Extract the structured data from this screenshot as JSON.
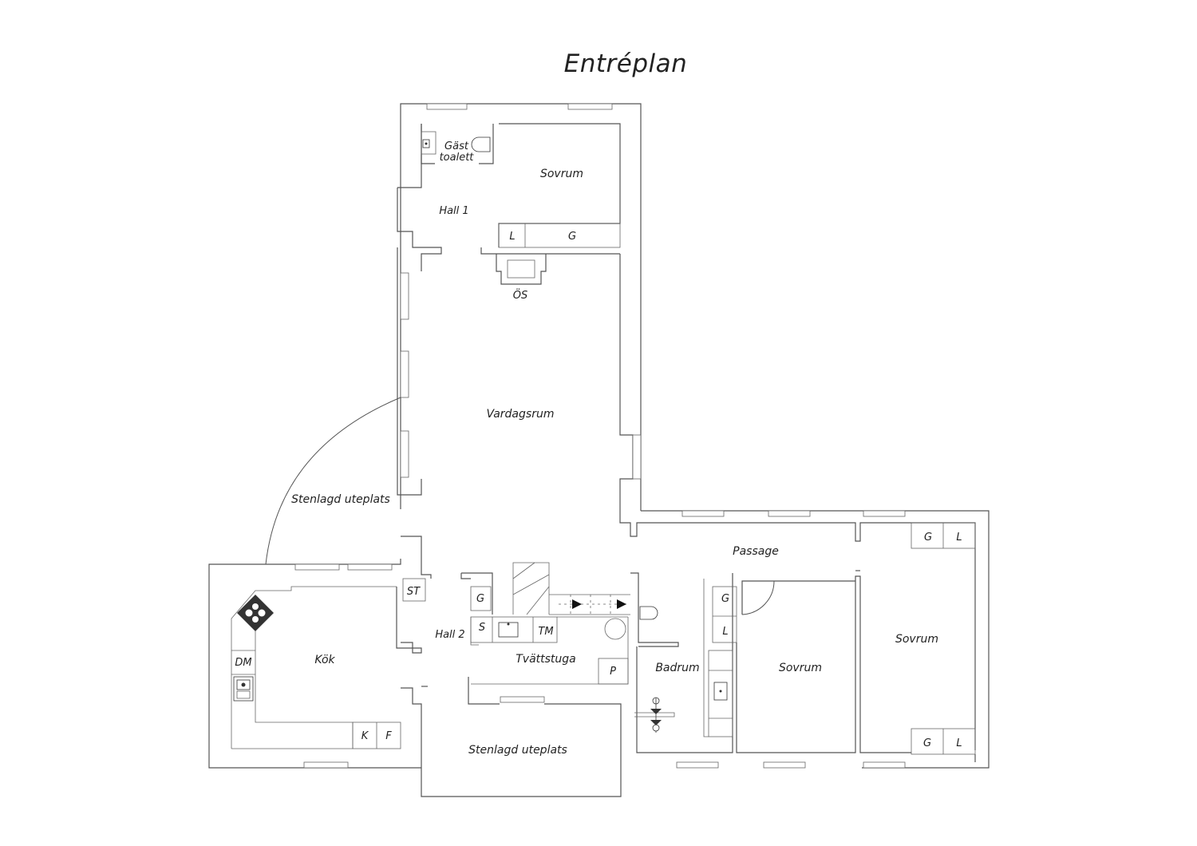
{
  "title": "Entréplan",
  "rooms": {
    "gast_line1": "Gäst",
    "gast_line2": "toalett",
    "sovrum_top": "Sovrum",
    "hall1": "Hall 1",
    "os": "ÖS",
    "vardagsrum": "Vardagsrum",
    "stenlagd_uteplats_west": "Stenlagd uteplats",
    "passage": "Passage",
    "kok": "Kök",
    "hall2": "Hall 2",
    "tvattstuga": "Tvättstuga",
    "badrum": "Badrum",
    "sovrum_middle": "Sovrum",
    "sovrum_east": "Sovrum",
    "stenlagd_uteplats_south": "Stenlagd uteplats"
  },
  "fixtures": {
    "l_top": "L",
    "g_top": "G",
    "st": "ST",
    "g_hall2": "G",
    "s": "S",
    "tm": "TM",
    "p": "P",
    "dm": "DM",
    "k": "K",
    "f": "F",
    "g_bad": "G",
    "l_bad": "L",
    "g_passage": "G",
    "l_passage": "L",
    "g_bottom": "G",
    "l_bottom": "L"
  },
  "icons": [
    "stove-icon",
    "sink-icon",
    "toilet-icon",
    "washbasin-icon",
    "shower-icon",
    "door-swing-icon",
    "stair-arrow-icon"
  ]
}
